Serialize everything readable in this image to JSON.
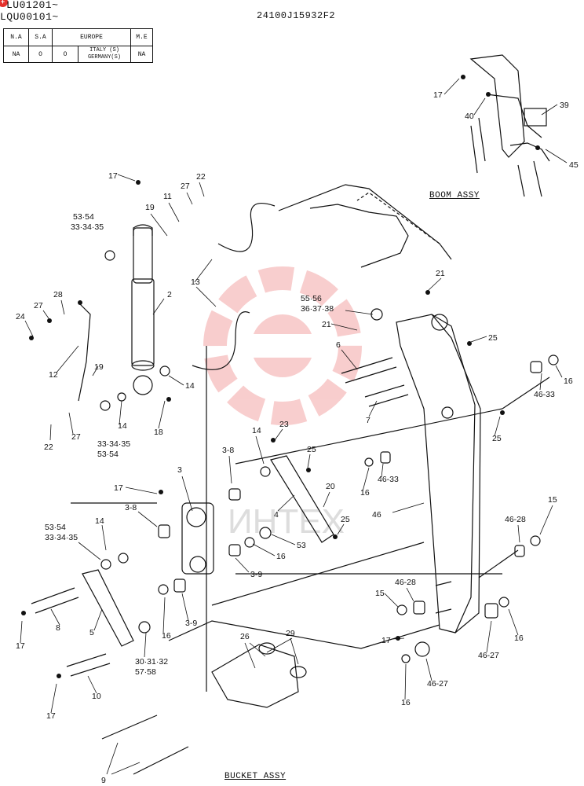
{
  "header": {
    "serial_1": "LU01201~",
    "serial_2": "LQU00101~",
    "drawing_number": "24100J15932F2"
  },
  "spec_table": {
    "headers": [
      "N.A",
      "S.A",
      "EUROPE",
      "M.E"
    ],
    "row": [
      "NA",
      "O",
      "O",
      "ITALY (S)",
      "GERMANY(S)",
      "NA"
    ]
  },
  "assemblies": {
    "boom": "BOOM ASSY",
    "bucket": "BUCKET ASSY"
  },
  "watermark": "ИНТЕХ",
  "callouts": {
    "c17a": "17",
    "c40": "40",
    "c39": "39",
    "c45": "45",
    "c17b": "17",
    "c22a": "22",
    "c27a": "27",
    "c11": "11",
    "c19a": "19",
    "c5354a": "53·54",
    "c333435a": "33·34·35",
    "c2": "2",
    "c13": "13",
    "c28": "28",
    "c27b": "27",
    "c24": "24",
    "c12": "12",
    "c19b": "19",
    "c14a": "14",
    "c22b": "22",
    "c27c": "27",
    "c18": "18",
    "c14b": "14",
    "c333435b": "33·34·35",
    "c5354b": "53·54",
    "c5556": "55·56",
    "c363738": "36·37·38",
    "c21a": "21",
    "c21b": "21",
    "c6": "6",
    "c7": "7",
    "c25a": "25",
    "c25b": "25",
    "c16a": "16",
    "c4633a": "46-33",
    "c23": "23",
    "c25c": "25",
    "c14c": "14",
    "c38a": "3-8",
    "c4": "4",
    "c20": "20",
    "c25d": "25",
    "c16b": "16",
    "c4633b": "46-33",
    "c46": "46",
    "c17c": "17",
    "c3": "3",
    "c38b": "3-8",
    "c14d": "14",
    "c5354c": "53·54",
    "c333435c": "33·34·35",
    "c53": "53",
    "c16c": "16",
    "c39a": "3-9",
    "c15a": "15",
    "c4628a": "46-28",
    "c15b": "15",
    "c4628b": "46-28",
    "c8": "8",
    "c17d": "17",
    "c5": "5",
    "c16d": "16",
    "c39b": "3-9",
    "c30": "30·31·32",
    "c5758": "57·58",
    "c10": "10",
    "c17e": "17",
    "c17f": "17",
    "c16e": "16",
    "c4627a": "46-27",
    "c16f": "16",
    "c4627b": "46-27",
    "c26": "26",
    "c29": "29",
    "c9": "9"
  }
}
